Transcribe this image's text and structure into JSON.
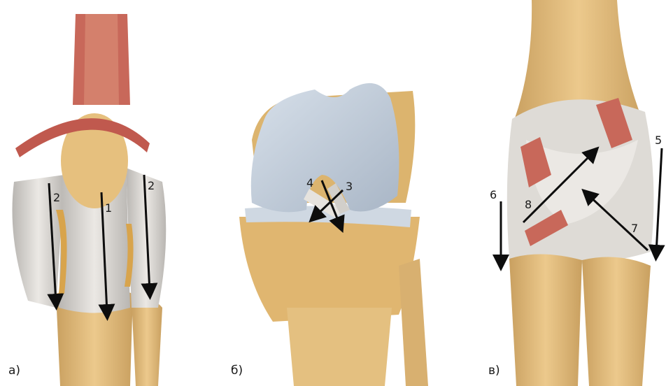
{
  "panels": [
    {
      "caption": "а)",
      "arrows": [
        "1",
        "2",
        "2"
      ]
    },
    {
      "caption": "б)",
      "arrows": [
        "3",
        "4"
      ]
    },
    {
      "caption": "в)",
      "arrows": [
        "5",
        "6",
        "7",
        "8"
      ]
    }
  ],
  "colors": {
    "bone": "#e2bc7c",
    "ligament": "#d9d6d2",
    "cartilage": "#b8c4d2",
    "muscle": "#c8685a",
    "arrow": "#0d0d0d"
  }
}
